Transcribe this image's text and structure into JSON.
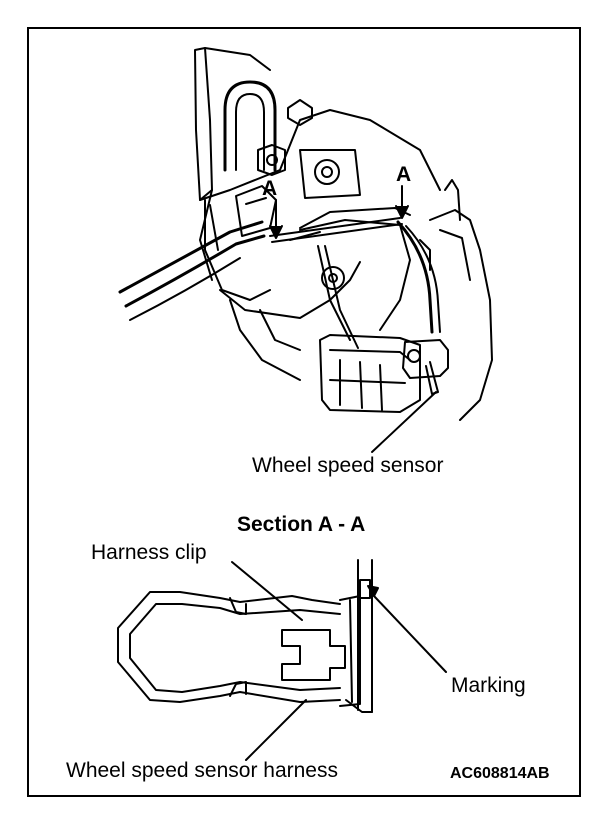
{
  "labels": {
    "marker_a_left": "A",
    "marker_a_right": "A",
    "wheel_speed_sensor": "Wheel speed sensor",
    "section_title": "Section A - A",
    "harness_clip": "Harness clip",
    "marking": "Marking",
    "wheel_speed_sensor_harness": "Wheel speed sensor harness",
    "figure_code": "AC608814AB"
  }
}
